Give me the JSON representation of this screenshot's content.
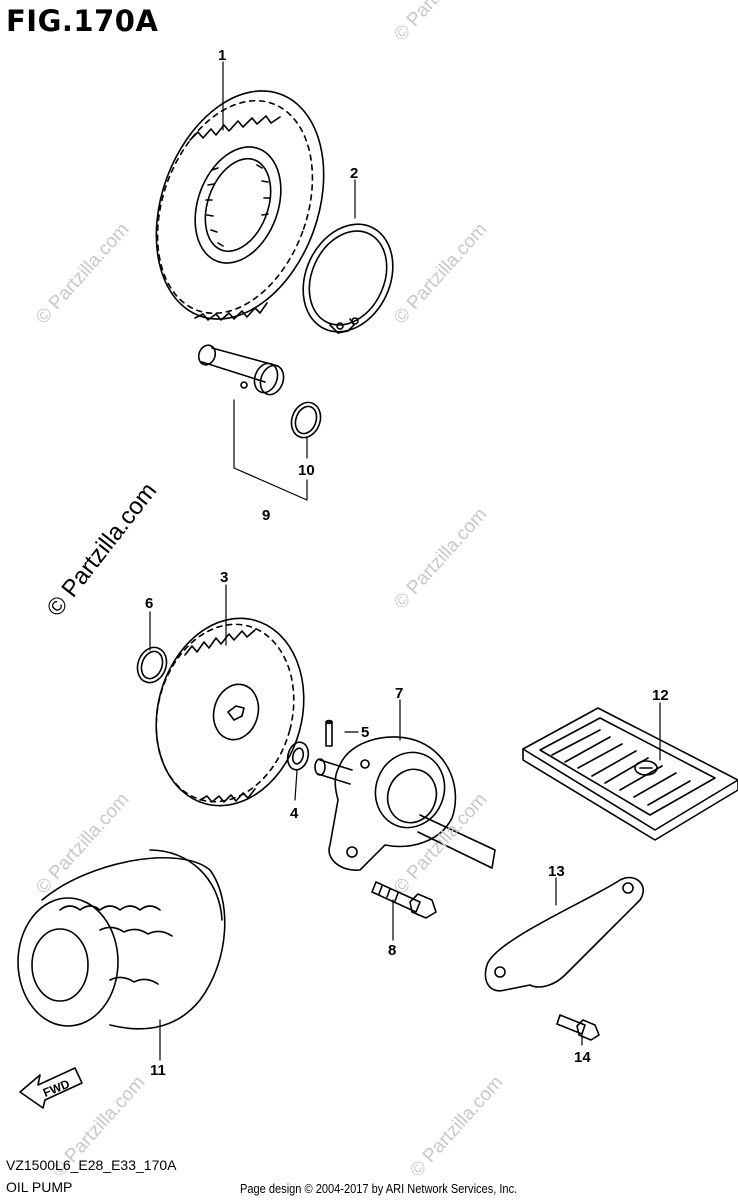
{
  "figure": {
    "title": "FIG.170A",
    "model_code": "VZ1500L6_E28_E33_170A",
    "section_name": "OIL PUMP",
    "credit": "Page design © 2004-2017 by ARI Network Services, Inc."
  },
  "watermark": {
    "text": "© Partzilla.com",
    "color": "#c8c8c8"
  },
  "fwd_label": "FWD",
  "callouts": [
    {
      "id": "1",
      "label": "1"
    },
    {
      "id": "2",
      "label": "2"
    },
    {
      "id": "3",
      "label": "3"
    },
    {
      "id": "4",
      "label": "4"
    },
    {
      "id": "5",
      "label": "5"
    },
    {
      "id": "6",
      "label": "6"
    },
    {
      "id": "7",
      "label": "7"
    },
    {
      "id": "8",
      "label": "8"
    },
    {
      "id": "9",
      "label": "9"
    },
    {
      "id": "10",
      "label": "10"
    },
    {
      "id": "11",
      "label": "11"
    },
    {
      "id": "12",
      "label": "12"
    },
    {
      "id": "13",
      "label": "13"
    },
    {
      "id": "14",
      "label": "14"
    }
  ]
}
